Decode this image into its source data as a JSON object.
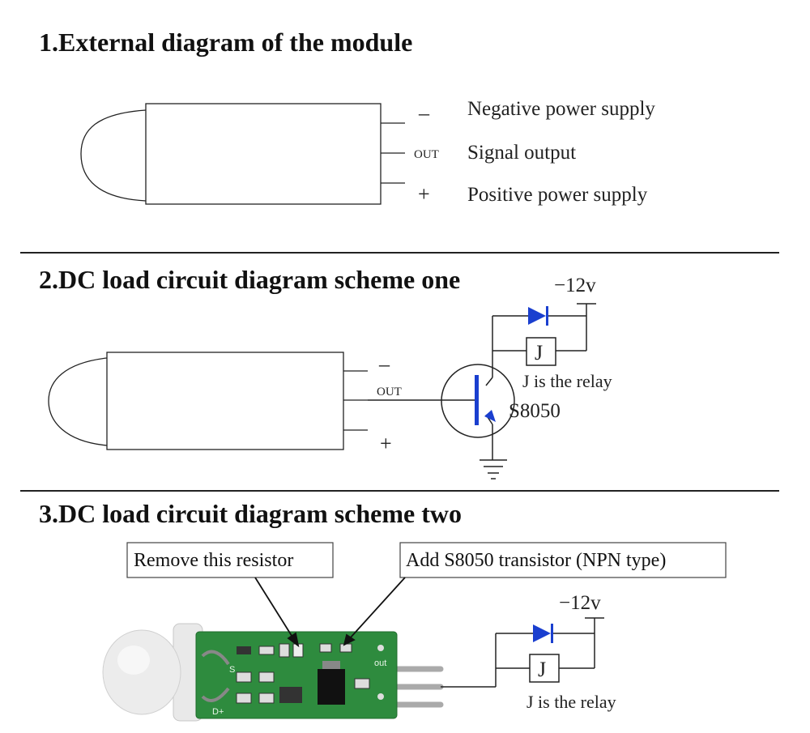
{
  "sections": [
    {
      "title": "1.External diagram of the module",
      "pins": [
        {
          "symbol": "–",
          "description": "Negative power supply"
        },
        {
          "symbol": "OUT",
          "description": "Signal output"
        },
        {
          "symbol": "+",
          "description": "Positive power supply"
        }
      ]
    },
    {
      "title": "2.DC load circuit diagram scheme one",
      "pins": [
        {
          "symbol": "–"
        },
        {
          "symbol": "OUT"
        },
        {
          "symbol": "+"
        }
      ],
      "voltage": "−12v",
      "relay_symbol": "J",
      "relay_note": "J is the relay",
      "transistor": "S8050"
    },
    {
      "title": "3.DC load circuit diagram scheme two",
      "callouts": [
        "Remove this resistor",
        "Add S8050 transistor (NPN type)"
      ],
      "voltage": "−12v",
      "relay_symbol": "J",
      "relay_note": "J is the relay",
      "pcb_labels": [
        "S",
        "D+",
        "out"
      ]
    }
  ],
  "colors": {
    "diode": "#1a3fcf",
    "transistor_bar": "#1a3fcf",
    "pcb": "#2e8b3e",
    "line": "#222222"
  }
}
